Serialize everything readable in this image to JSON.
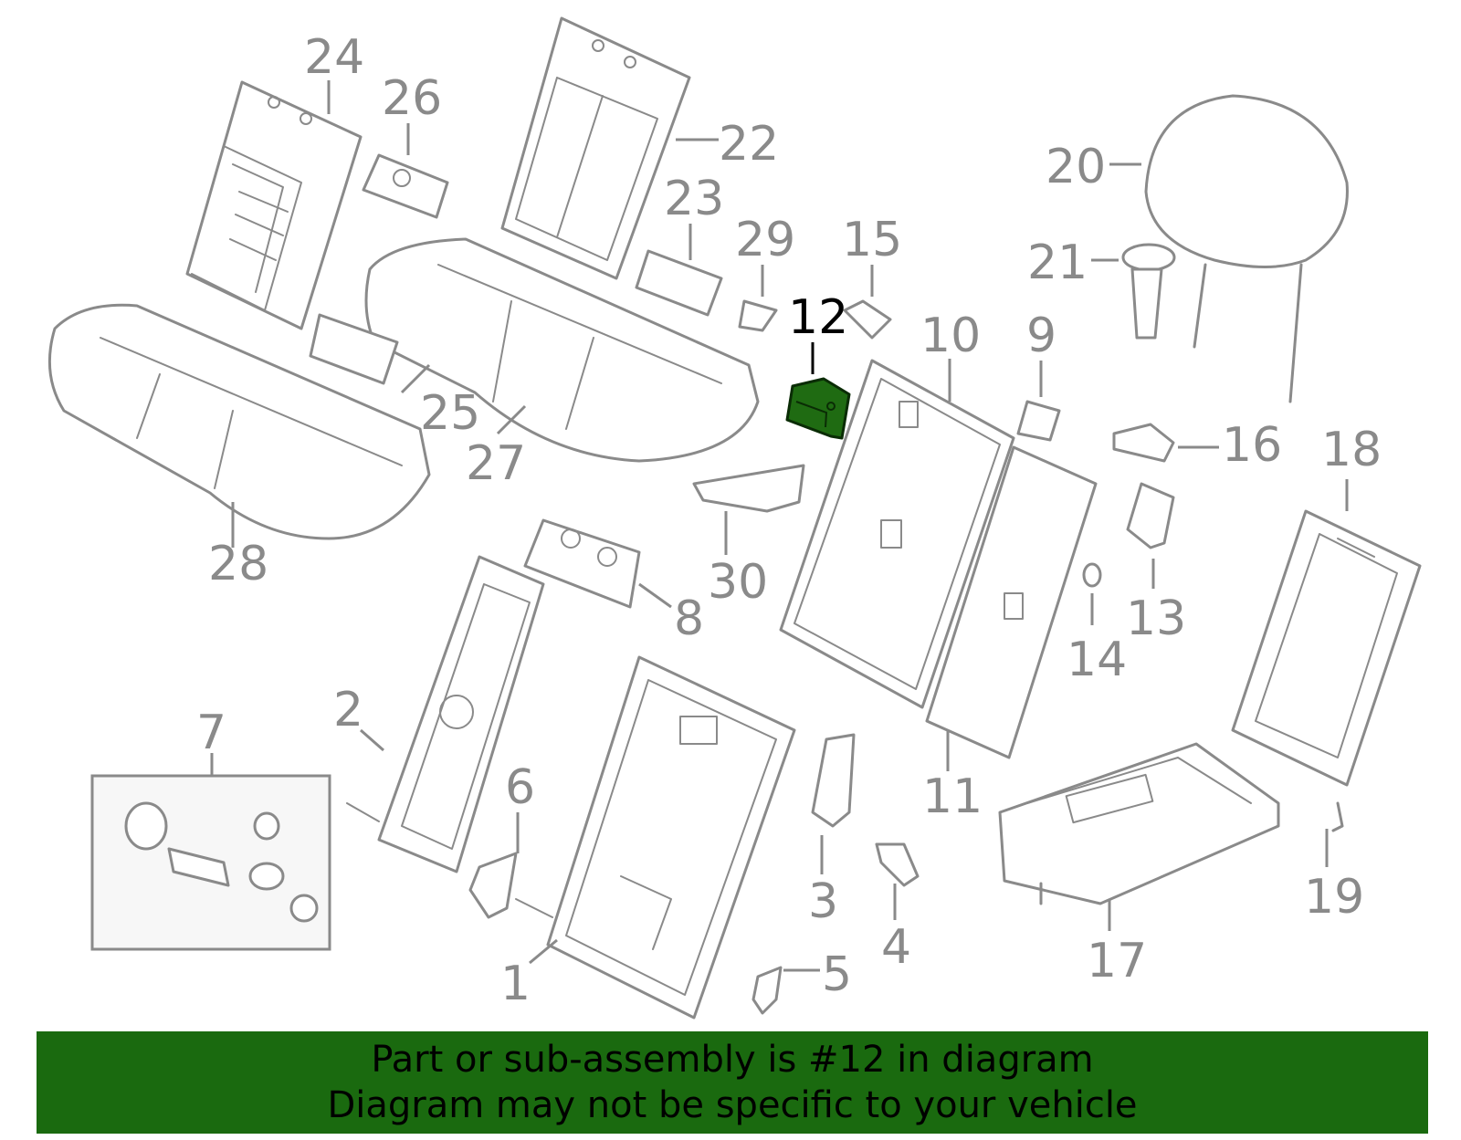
{
  "callouts": [
    {
      "id": "1",
      "label": "1"
    },
    {
      "id": "2",
      "label": "2"
    },
    {
      "id": "3",
      "label": "3"
    },
    {
      "id": "4",
      "label": "4"
    },
    {
      "id": "5",
      "label": "5"
    },
    {
      "id": "6",
      "label": "6"
    },
    {
      "id": "7",
      "label": "7"
    },
    {
      "id": "8",
      "label": "8"
    },
    {
      "id": "9",
      "label": "9"
    },
    {
      "id": "10",
      "label": "10"
    },
    {
      "id": "11",
      "label": "11"
    },
    {
      "id": "12",
      "label": "12",
      "highlighted": true
    },
    {
      "id": "13",
      "label": "13"
    },
    {
      "id": "14",
      "label": "14"
    },
    {
      "id": "15",
      "label": "15"
    },
    {
      "id": "16",
      "label": "16"
    },
    {
      "id": "17",
      "label": "17"
    },
    {
      "id": "18",
      "label": "18"
    },
    {
      "id": "19",
      "label": "19"
    },
    {
      "id": "20",
      "label": "20"
    },
    {
      "id": "21",
      "label": "21"
    },
    {
      "id": "22",
      "label": "22"
    },
    {
      "id": "23",
      "label": "23"
    },
    {
      "id": "24",
      "label": "24"
    },
    {
      "id": "25",
      "label": "25"
    },
    {
      "id": "26",
      "label": "26"
    },
    {
      "id": "27",
      "label": "27"
    },
    {
      "id": "28",
      "label": "28"
    },
    {
      "id": "29",
      "label": "29"
    },
    {
      "id": "30",
      "label": "30"
    }
  ],
  "colors": {
    "outline": "#8a8a8a",
    "highlight_part": "#1f6b12",
    "banner": "#1a6a0f",
    "banner_text": "#000000"
  },
  "banner": {
    "line1": "Part or sub-assembly is #12 in diagram",
    "line2": "Diagram may not be specific to your vehicle"
  }
}
